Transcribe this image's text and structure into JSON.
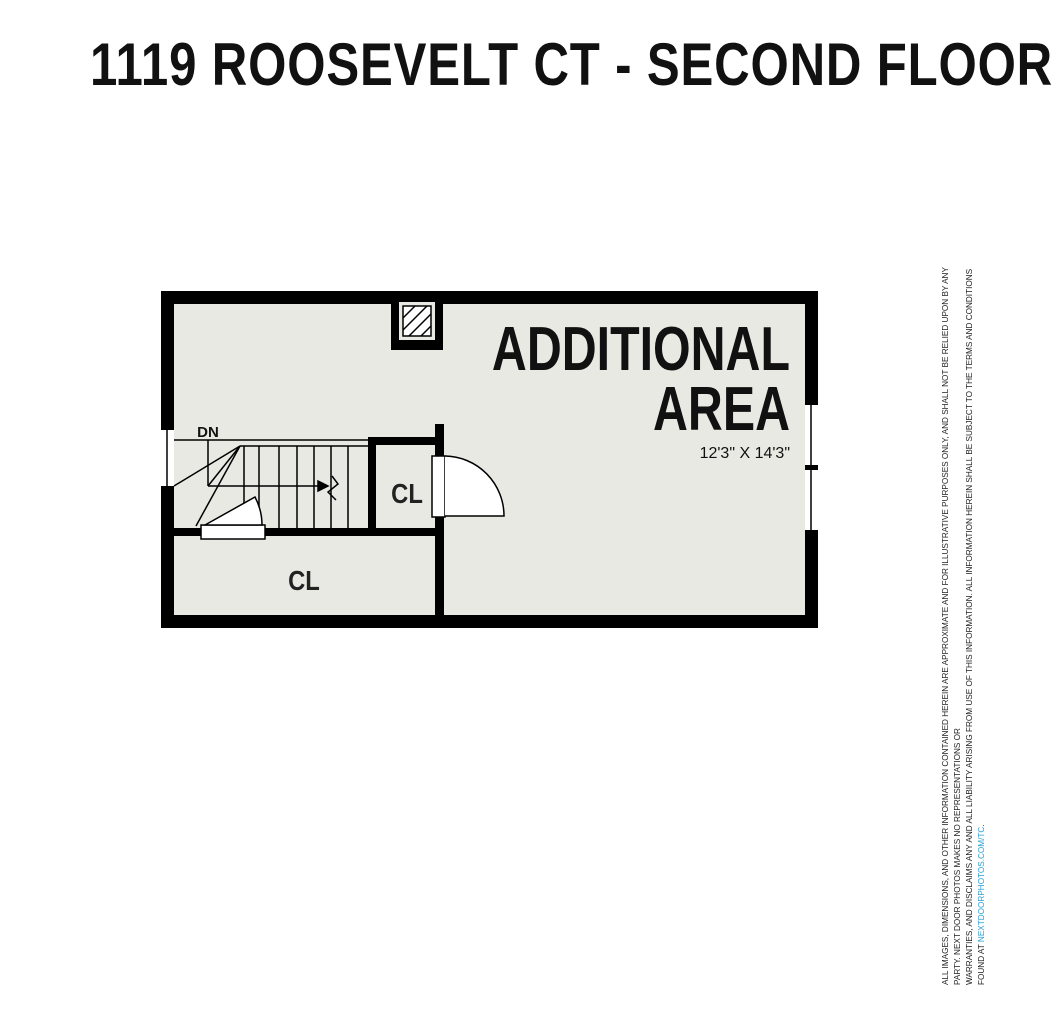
{
  "title": "1119 ROOSEVELT CT - SECOND FLOOR",
  "rooms": {
    "main_name_line1": "ADDITIONAL",
    "main_name_line2": "AREA",
    "main_dims": "12'3\" X 14'3\"",
    "closet_small": "CL",
    "closet_large": "CL",
    "stair_label": "DN"
  },
  "disclaimer": {
    "line1": "All images, dimensions, and other information contained herein are approximate and for illustrative purposes only, and shall not be relied upon by any party. Next Door Photos makes no representations or",
    "line2_pre": "warranties, and disclaims any and all liability arising from use of this information. All information herein shall be subject to the terms and conditions found at ",
    "line2_link": "nextdoorphotos.com/tc",
    "line2_post": "."
  },
  "colors": {
    "floor": "#e9e9e4",
    "wall": "#000000",
    "link": "#2a9fd6"
  }
}
